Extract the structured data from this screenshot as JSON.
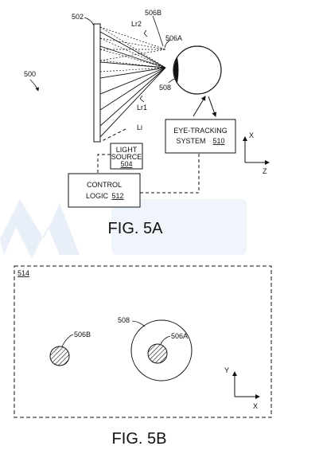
{
  "fig5a": {
    "ref_500": "500",
    "ref_502": "502",
    "ref_506B": "506B",
    "ref_506A": "506A",
    "ref_508": "508",
    "ray_Lr2": "Lr2",
    "ray_Lr1": "Lr1",
    "ray_Li": "Li",
    "light_source": {
      "line1": "LIGHT",
      "line2": "SOURCE",
      "ref": "504"
    },
    "eye_tracking": {
      "line1": "EYE-TRACKING",
      "line2": "SYSTEM",
      "ref": "510"
    },
    "control_logic": {
      "line1": "CONTROL",
      "line2": "LOGIC",
      "ref": "512"
    },
    "axis_x": "X",
    "axis_z": "Z",
    "caption": "FIG. 5A"
  },
  "fig5b": {
    "ref_514": "514",
    "ref_506B": "506B",
    "ref_508": "508",
    "ref_506A": "506A",
    "axis_y": "Y",
    "axis_x": "X",
    "caption": "FIG. 5B"
  },
  "colors": {
    "line": "#111111",
    "watermark": "#3f7fd0"
  }
}
